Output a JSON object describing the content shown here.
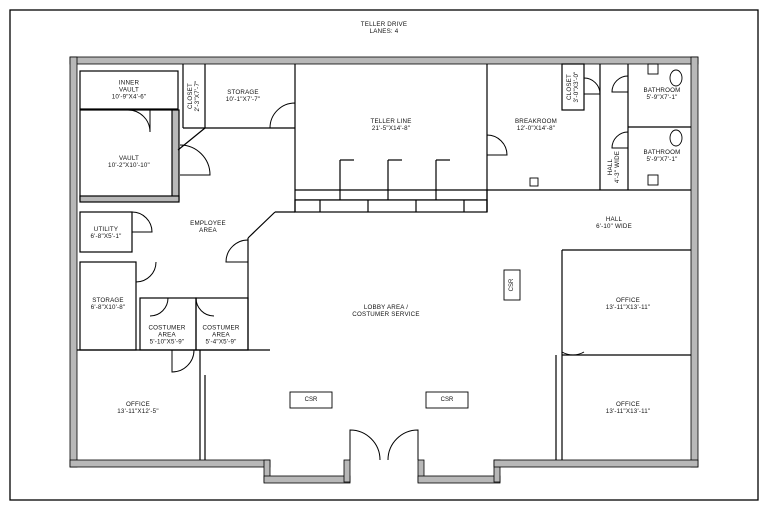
{
  "header": {
    "line1": "TELLER DRIVE",
    "line2": "LANES: 4"
  },
  "rooms": {
    "inner_vault": {
      "name": "INNER\nVAULT",
      "dims": "10'-9\"X4'-6\""
    },
    "vault": {
      "name": "VAULT",
      "dims": "10'-2\"X10'-10\""
    },
    "closet_left": {
      "name": "CLOSET",
      "dims": "2'-3\"X7'-7\""
    },
    "storage_top": {
      "name": "STORAGE",
      "dims": "10'-1\"X7'-7\""
    },
    "teller_line": {
      "name": "TELLER LINE",
      "dims": "21'-5\"X14'-8\""
    },
    "breakroom": {
      "name": "BREAKROOM",
      "dims": "12'-0\"X14'-8\""
    },
    "closet_right": {
      "name": "CLOSET",
      "dims": "3'-0\"X3'-0\""
    },
    "bathroom_1": {
      "name": "BATHROOM",
      "dims": "5'-9\"X7'-1\""
    },
    "bathroom_2": {
      "name": "BATHROOM",
      "dims": "5'-9\"X7'-1\""
    },
    "hall_small": {
      "name": "HALL",
      "dims": "4'-3\" WIDE"
    },
    "hall_main": {
      "name": "HALL",
      "dims": "6'-10\" WIDE"
    },
    "employee_area": {
      "name": "EMPLOYEE\nAREA",
      "dims": ""
    },
    "utility": {
      "name": "UTILITY",
      "dims": "6'-8\"X5'-1\""
    },
    "storage_left": {
      "name": "STORAGE",
      "dims": "6'-8\"X10'-8\""
    },
    "costumer_area_1": {
      "name": "COSTUMER\nAREA",
      "dims": "5'-10\"X5'-9\""
    },
    "costumer_area_2": {
      "name": "COSTUMER\nAREA",
      "dims": "5'-4\"X5'-9\""
    },
    "lobby": {
      "name": "LOBBY AREA /\nCOSTUMER SERVICE",
      "dims": ""
    },
    "office_right_top": {
      "name": "OFFICE",
      "dims": "13'-11\"X13'-11\""
    },
    "office_right_bottom": {
      "name": "OFFICE",
      "dims": "13'-11\"X13'-11\""
    },
    "office_left": {
      "name": "OFFICE",
      "dims": "13'-11\"X12'-5\""
    }
  },
  "csr_labels": {
    "vertical": "CSR",
    "left": "CSR",
    "right": "CSR"
  }
}
